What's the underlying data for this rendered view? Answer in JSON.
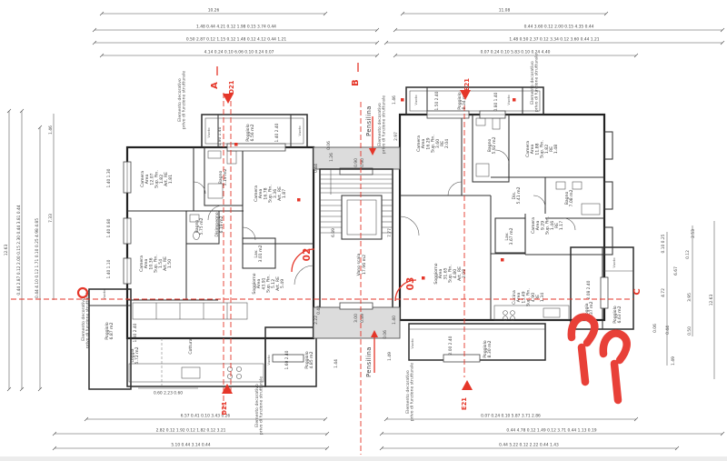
{
  "colors": {
    "red": "#E53629",
    "wall": "#2F2F2F",
    "canopy_gray": "#DCDCDC"
  },
  "markers": {
    "a": "A",
    "b": "B",
    "c": "C",
    "d21": "D21",
    "e21": "E21",
    "unit_left": "02",
    "unit_right": "03"
  },
  "labels": {
    "pensilina": "Pensilina",
    "vuoto": "Vuoto",
    "cottura": "Cottura",
    "vano_scala": [
      "Vano scala",
      "17.96 m2"
    ],
    "elemento": [
      "Elemento decorativo",
      "privo di funzione strutturale"
    ]
  },
  "rooms_left": [
    {
      "lines": [
        "Camera",
        "Area",
        "12.07",
        "Sup. Fin.",
        "1.82",
        "Art. RE",
        "1.81"
      ]
    },
    {
      "lines": [
        "Bagno",
        "5.19 m2"
      ]
    },
    {
      "lines": [
        "Camera",
        "Area",
        "16.78",
        "Sup. Fin.",
        "3.36",
        "Art. RE",
        "1.87"
      ]
    },
    {
      "lines": [
        "Bagno",
        "5.75 m2"
      ]
    },
    {
      "lines": [
        "Camera",
        "Area",
        "10.36",
        "Sup. Fin.",
        "1.54",
        "Art. RE",
        "1.50"
      ]
    },
    {
      "lines": [
        "Disimpegno",
        "6.19 m2"
      ]
    },
    {
      "lines": [
        "Lav.",
        "3.01 m2"
      ]
    },
    {
      "lines": [
        "Soggiorno",
        "Area",
        "43.91",
        "Sup. Fin.",
        "5.12",
        "Art. RE",
        "5.49"
      ]
    },
    {
      "lines": [
        "Cottura"
      ]
    },
    {
      "lines": [
        "Loggia",
        "5.72 m2"
      ]
    },
    {
      "lines": [
        "Poggiolo",
        "6.87 m2"
      ]
    },
    {
      "lines": [
        "Poggiolo",
        "6.56 m2"
      ]
    },
    {
      "lines": [
        "Poggiolo",
        "4.85 m2"
      ]
    }
  ],
  "rooms_right": [
    {
      "lines": [
        "Poggiolo",
        "8.34 m2"
      ]
    },
    {
      "lines": [
        "Camera",
        "Area",
        "16.29",
        "Sup. Fin.",
        "3.60",
        "RE",
        "2.04"
      ]
    },
    {
      "lines": [
        "Bagno",
        "5.92 m2"
      ]
    },
    {
      "lines": [
        "Camera",
        "Area",
        "11.88",
        "Sup. Fin.",
        "1.82",
        "RE",
        "1.48"
      ]
    },
    {
      "lines": [
        "Dis.",
        "5.41 m2"
      ]
    },
    {
      "lines": [
        "Bagno",
        "7.08 m2"
      ]
    },
    {
      "lines": [
        "Lav.",
        "3.67 m2"
      ]
    },
    {
      "lines": [
        "Camera",
        "Area",
        "9.29",
        "Sup. Fin.",
        "1.46",
        "RE",
        "1.17"
      ]
    },
    {
      "lines": [
        "Soggiorno",
        "Area",
        "31.65",
        "Sup. Fin.",
        "4.80",
        "Art. RE",
        "3.98"
      ]
    },
    {
      "lines": [
        "Cucina",
        "Area",
        "13.49",
        "Sup. Fin.",
        "4.90",
        "RE",
        "1.34"
      ]
    },
    {
      "lines": [
        "Loggia",
        "5.37 m2"
      ]
    },
    {
      "lines": [
        "Poggiolo",
        "6.63 m2"
      ]
    },
    {
      "lines": [
        "Poggiolo",
        "8.30 m2"
      ]
    }
  ],
  "dims": {
    "top_left": {
      "total": "10.26",
      "row2": [
        "1.48",
        "0.44",
        "4.21",
        "0.12",
        "1.98",
        "0.15",
        "3.74",
        "0.44"
      ],
      "row3": [
        "0.50",
        "2.87",
        "0.12",
        "1.15",
        "0.12",
        "1.48",
        "0.12",
        "4.12",
        "0.44",
        "1.21"
      ],
      "row4": [
        "4.14",
        "0.24",
        "0.10",
        "6.06",
        "0.10",
        "0.24",
        "0.07"
      ]
    },
    "top_right": {
      "total": "11.08",
      "row2": [
        "0.44",
        "3.60",
        "0.12",
        "2.00",
        "0.15",
        "4.35",
        "0.44"
      ],
      "row3": [
        "1.48",
        "0.50",
        "2.37",
        "0.12",
        "3.34",
        "0.12",
        "3.60",
        "0.44",
        "1.21"
      ],
      "row4": [
        "0.07",
        "0.24",
        "0.10",
        "5.83",
        "0.10",
        "0.24",
        "4.40"
      ]
    },
    "bottom_left": {
      "rowA": [
        "6.57",
        "0.41",
        "0.10",
        "3.43",
        "0.26"
      ],
      "rowB": [
        "2.82",
        "0.12",
        "1.92",
        "0.12",
        "1.82",
        "0.12",
        "3.21"
      ],
      "rowC": [
        "5.10",
        "0.44",
        "3.14",
        "0.44"
      ],
      "small": "0.60  2.23  0.60"
    },
    "bottom_right": {
      "rowA": [
        "0.07",
        "0.24",
        "0.10",
        "5.87",
        "3.71",
        "2.86"
      ],
      "rowB": [
        "0.44",
        "4.78",
        "0.12",
        "1.49",
        "0.12",
        "3.71",
        "0.44",
        "1.13",
        "0.19"
      ],
      "rowC": [
        "0.44",
        "5.22",
        "0.12",
        "2.22",
        "0.44",
        "1.43"
      ]
    },
    "left_side": {
      "total": "12.63",
      "chain_a": [
        "0.44",
        "2.87",
        "0.12",
        "2.00",
        "0.15",
        "2.30",
        "0.44",
        "3.81",
        "0.44"
      ],
      "chain_b": [
        "0.44",
        "4.10",
        "0.12",
        "1.71",
        "0.10",
        "0.25",
        "4.98",
        "4.85"
      ],
      "d146": "1.46",
      "d733": "7.33"
    },
    "right_side": {
      "total": "12.63",
      "d01025": "0.10  0.25",
      "d667": "6.67",
      "d012": "0.12",
      "d472": "4.72",
      "d395": "3.95",
      "d253": "2.53",
      "d006": "0.06",
      "d044": "0.44",
      "d050": "0.50",
      "d149": "1.49"
    },
    "stair": {
      "d126": "1.26",
      "d090a": "0.90",
      "d090b": "0.90",
      "d044t": "0.44",
      "d006t": "0.06",
      "d689": "6.89",
      "d777": "7.77",
      "d222": "2.22",
      "d300": "3.00",
      "d089": "0.89",
      "d140": "1.40",
      "d006": "0.06",
      "d149": "1.49",
      "d144": "1.44",
      "d044b": "0.44",
      "d297": "2.97",
      "d146": "1.46"
    },
    "windows": {
      "w0": "1.40  2.40",
      "w1": "0.80  1.40",
      "w2": "1.50  2.40",
      "w3": "0.80  1.40",
      "w4": "1.40  1.30",
      "w5": "1.40  0.80",
      "w6": "1.40  1.10",
      "w7": "1.80  2.40",
      "w8": "1.60  2.40",
      "w9": "2.00  2.40",
      "w10": "2.08  2.40"
    }
  }
}
